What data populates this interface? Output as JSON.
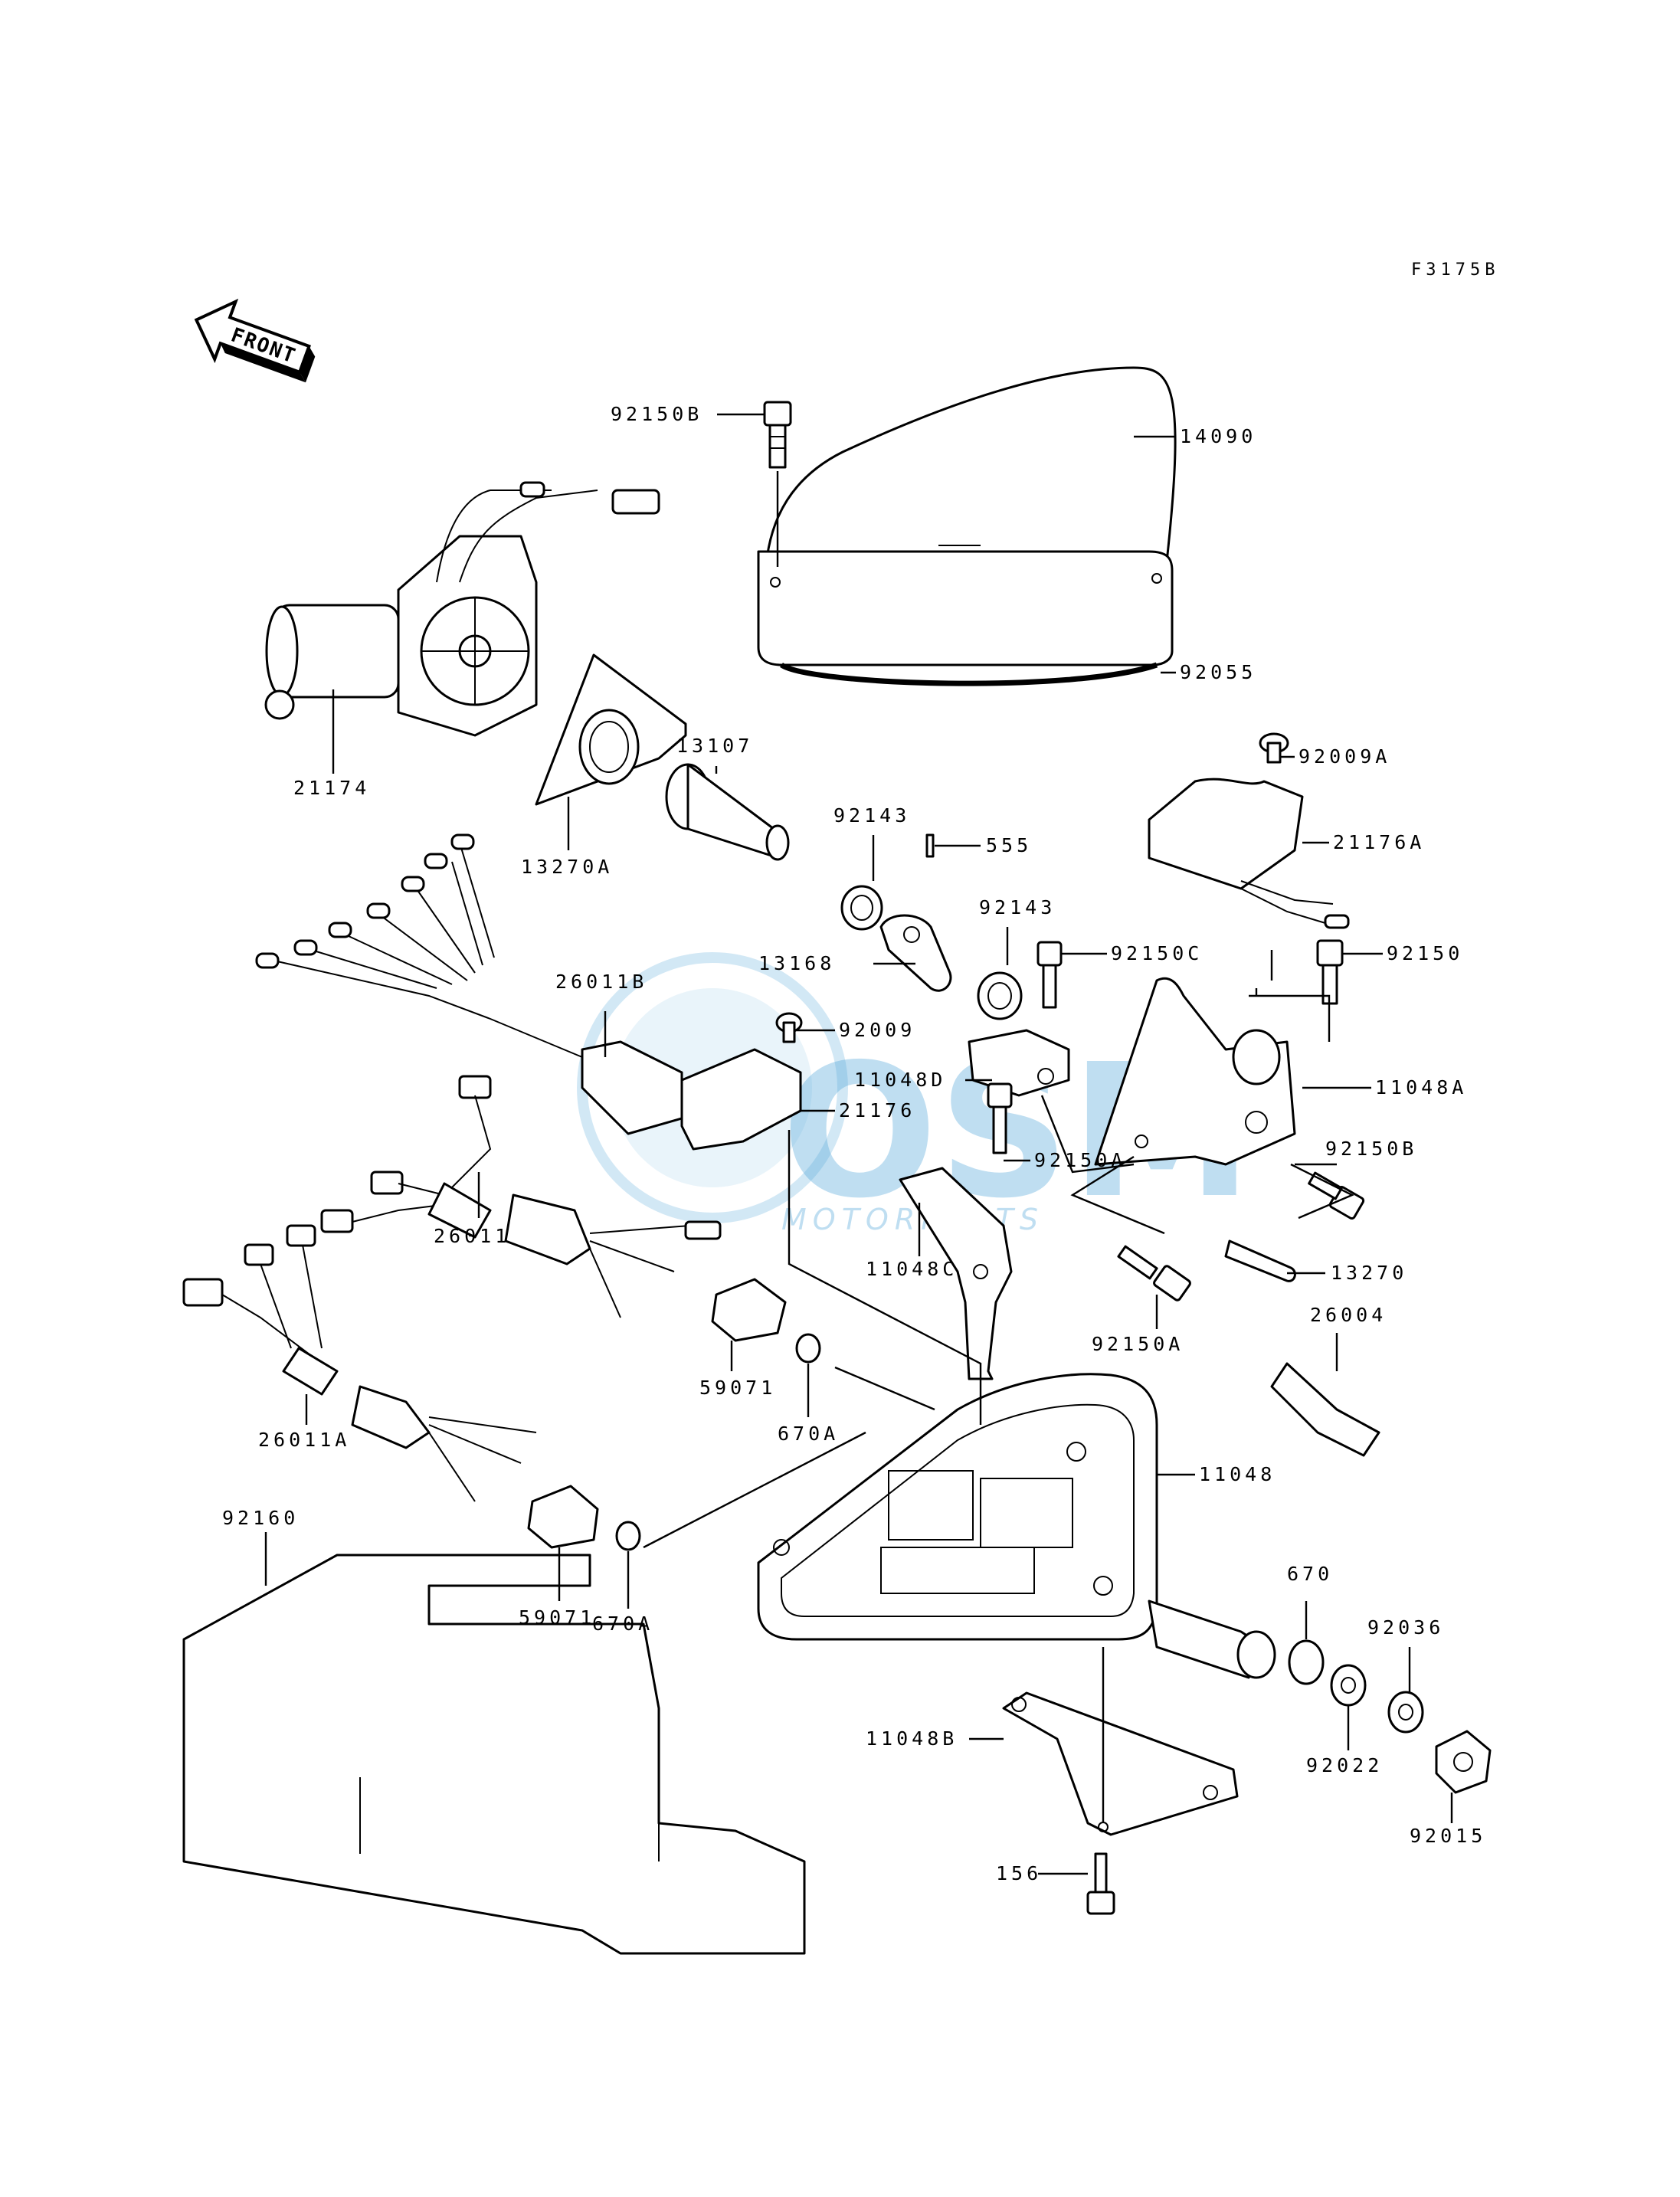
{
  "figure_code": "F3175B",
  "front_indicator": "FRONT",
  "watermark": {
    "title": "OSM",
    "subtitle": "MOTORPARTS"
  },
  "labels": [
    {
      "id": "l-92150B-top",
      "text": "92150B"
    },
    {
      "id": "l-14090",
      "text": "14090"
    },
    {
      "id": "l-92055",
      "text": "92055"
    },
    {
      "id": "l-21174",
      "text": "21174"
    },
    {
      "id": "l-13107",
      "text": "13107"
    },
    {
      "id": "l-13270A",
      "text": "13270A"
    },
    {
      "id": "l-92009A",
      "text": "92009A"
    },
    {
      "id": "l-21176A",
      "text": "21176A"
    },
    {
      "id": "l-92143-a",
      "text": "92143"
    },
    {
      "id": "l-555",
      "text": "555"
    },
    {
      "id": "l-92143-b",
      "text": "92143"
    },
    {
      "id": "l-13168",
      "text": "13168"
    },
    {
      "id": "l-92150C",
      "text": "92150C"
    },
    {
      "id": "l-92150",
      "text": "92150"
    },
    {
      "id": "l-26011B",
      "text": "26011B"
    },
    {
      "id": "l-92009",
      "text": "92009"
    },
    {
      "id": "l-11048D",
      "text": "11048D"
    },
    {
      "id": "l-11048A",
      "text": "11048A"
    },
    {
      "id": "l-21176",
      "text": "21176"
    },
    {
      "id": "l-92150A-a",
      "text": "92150A"
    },
    {
      "id": "l-92150B-right",
      "text": "92150B"
    },
    {
      "id": "l-26011",
      "text": "26011"
    },
    {
      "id": "l-11048C",
      "text": "11048C"
    },
    {
      "id": "l-13270",
      "text": "13270"
    },
    {
      "id": "l-92150A-b",
      "text": "92150A"
    },
    {
      "id": "l-26004",
      "text": "26004"
    },
    {
      "id": "l-59071-a",
      "text": "59071"
    },
    {
      "id": "l-670A-a",
      "text": "670A"
    },
    {
      "id": "l-26011A",
      "text": "26011A"
    },
    {
      "id": "l-11048",
      "text": "11048"
    },
    {
      "id": "l-92160",
      "text": "92160"
    },
    {
      "id": "l-59071-b",
      "text": "59071"
    },
    {
      "id": "l-670A-b",
      "text": "670A"
    },
    {
      "id": "l-670",
      "text": "670"
    },
    {
      "id": "l-92036",
      "text": "92036"
    },
    {
      "id": "l-11048B",
      "text": "11048B"
    },
    {
      "id": "l-92022",
      "text": "92022"
    },
    {
      "id": "l-92015",
      "text": "92015"
    },
    {
      "id": "l-156",
      "text": "156"
    }
  ]
}
